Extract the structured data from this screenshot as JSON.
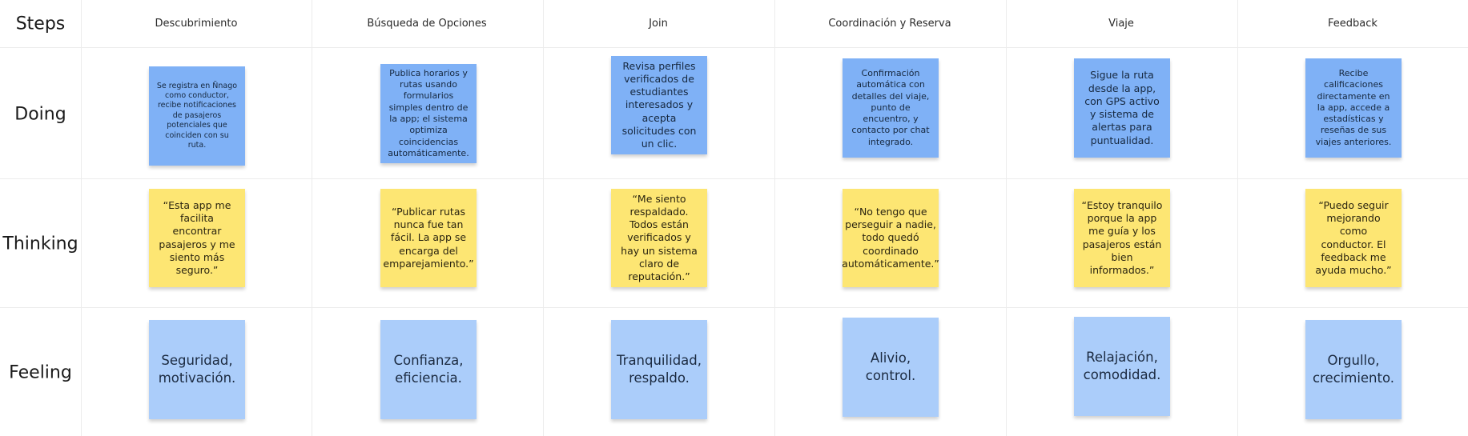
{
  "board": {
    "steps_label": "Steps",
    "rows": [
      {
        "id": "doing",
        "label": "Doing"
      },
      {
        "id": "thinking",
        "label": "Thinking"
      },
      {
        "id": "feeling",
        "label": "Feeling"
      }
    ],
    "columns": [
      {
        "title": "Descubrimiento",
        "doing": "Se registra en Ñnago como conductor, recibe notificaciones de pasajeros potenciales que coinciden con su ruta.",
        "thinking": "“Esta app me facilita encontrar pasajeros y me siento más seguro.”",
        "feeling": "Seguridad, motivación."
      },
      {
        "title": "Búsqueda de Opciones",
        "doing": "Publica horarios y rutas usando formularios simples dentro de la app; el sistema optimiza coincidencias automáticamente.",
        "thinking": "“Publicar rutas nunca fue tan fácil. La app se encarga del emparejamiento.”",
        "feeling": "Confianza, eficiencia."
      },
      {
        "title": "Join",
        "doing": "Revisa perfiles verificados de estudiantes interesados y acepta solicitudes con un clic.",
        "thinking": "“Me siento respaldado. Todos están verificados y hay un sistema claro de reputación.”",
        "feeling": "Tranquilidad, respaldo."
      },
      {
        "title": "Coordinación y Reserva",
        "doing": "Confirmación automática con detalles del viaje, punto de encuentro, y contacto por chat integrado.",
        "thinking": "“No tengo que perseguir a nadie, todo quedó coordinado automáticamente.”",
        "feeling": "Alivio, control."
      },
      {
        "title": "Viaje",
        "doing": "Sigue la ruta desde la app, con GPS activo y sistema de alertas para puntualidad.",
        "thinking": "“Estoy tranquilo porque la app me guía y los pasajeros están bien informados.”",
        "feeling": "Relajación, comodidad."
      },
      {
        "title": "Feedback",
        "doing": "Recibe calificaciones directamente en la app, accede a estadísticas y reseñas de sus viajes anteriores.",
        "thinking": "“Puedo seguir mejorando como conductor. El feedback me ayuda mucho.”",
        "feeling": "Orgullo, crecimiento."
      }
    ]
  },
  "colors": {
    "doing_note": "#7fb1f6",
    "thinking_note": "#fde673",
    "feeling_note": "#abcdfa",
    "grid_line": "#ececec"
  }
}
